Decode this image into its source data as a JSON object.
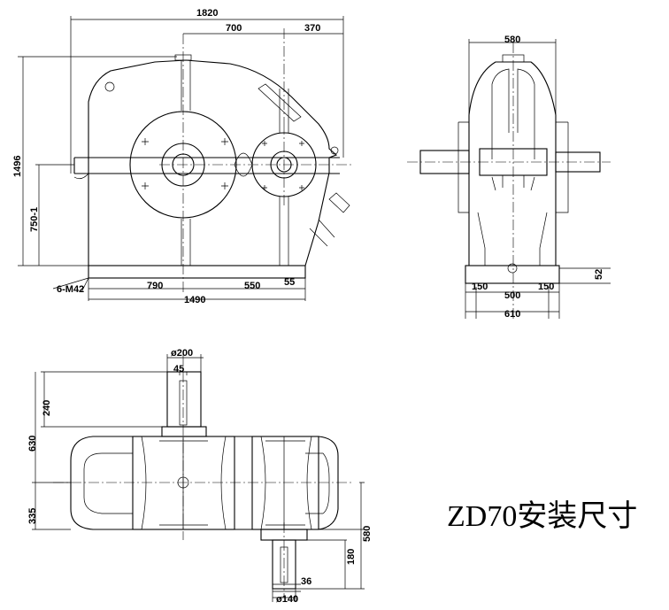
{
  "title": "ZD70安装尺寸",
  "front_view": {
    "total_length": "1820",
    "center_distance": "700",
    "offset": "370",
    "total_height": "1496",
    "center_height": "750-1",
    "bolts": "6-M42",
    "bolt_spacing_a": "790",
    "bolt_spacing_b": "550",
    "edge": "55",
    "base_length": "1490"
  },
  "side_view": {
    "width": "580",
    "foot_a": "150",
    "bolt_width": "500",
    "foot_b": "150",
    "base_width": "610",
    "foot_height": "52"
  },
  "top_view": {
    "input_dia": "ø200",
    "key": "45",
    "input_len": "240",
    "input_overall": "630",
    "output_overall": "335",
    "right_overall": "580",
    "output_len": "180",
    "output_key": "36",
    "output_dia": "ø140"
  }
}
